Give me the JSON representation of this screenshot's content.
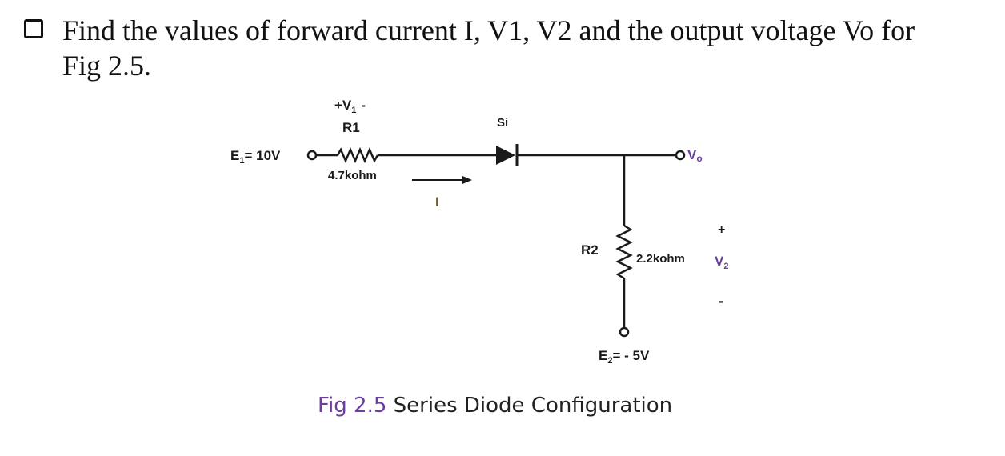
{
  "problem": {
    "checkbox_icon": "square-checkbox-icon",
    "line1": "Find the values of forward current I, V1, V2 and the output voltage Vo for",
    "line2": "Fig 2.5."
  },
  "circuit": {
    "v1_label": "+V",
    "v1_sub": "1",
    "v1_minus": "-",
    "r1_name": "R1",
    "r1_value": "4.7kohm",
    "e1_label": "E",
    "e1_sub": "1",
    "e1_value": "= 10V",
    "diode_label": "Si",
    "current_label": "I",
    "vo_label": "V",
    "vo_sub": "o",
    "r2_name": "R2",
    "r2_value": "2.2kohm",
    "v2_plus": "+",
    "v2_label": "V",
    "v2_sub": "2",
    "v2_minus": "-",
    "e2_label": "E",
    "e2_sub": "2",
    "e2_value": "= - 5V",
    "colors": {
      "wire": "#1a1a1a",
      "accent": "#6a3fa0",
      "current_label": "#6b5d1e"
    }
  },
  "caption": {
    "fig": "Fig 2.5",
    "text": "Series Diode Configuration"
  }
}
